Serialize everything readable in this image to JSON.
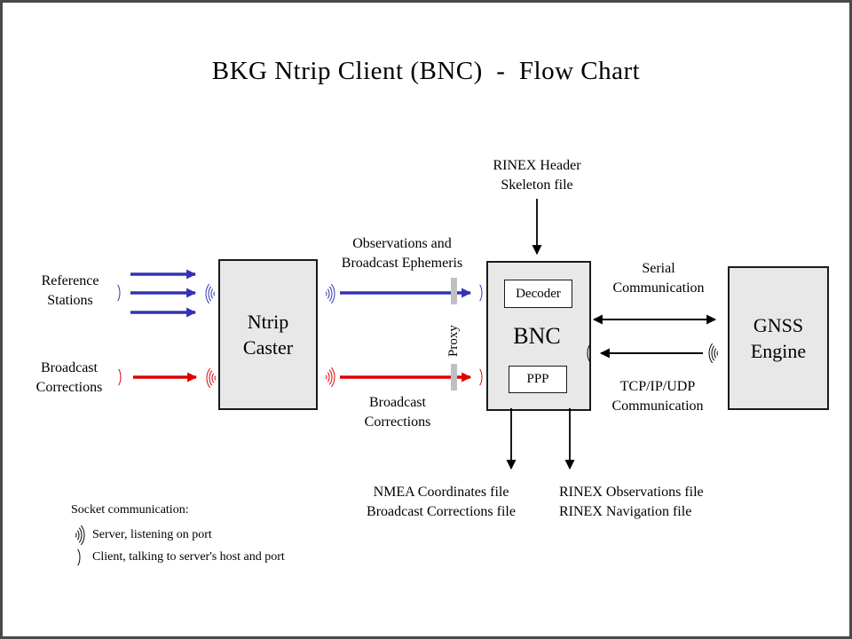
{
  "title": "BKG Ntrip Client (BNC)  -  Flow Chart",
  "nodes": {
    "ntrip_caster": {
      "label": "Ntrip\nCaster"
    },
    "bnc": {
      "label": "BNC",
      "decoder": "Decoder",
      "ppp": "PPP"
    },
    "gnss_engine": {
      "label": "GNSS\nEngine"
    }
  },
  "labels": {
    "reference_stations": "Reference\nStations",
    "broadcast_corrections_input": "Broadcast\nCorrections",
    "observations_ephemeris": "Observations and\nBroadcast Ephemeris",
    "broadcast_corrections_stream": "Broadcast\nCorrections",
    "rinex_header_skeleton": "RINEX Header\nSkeleton file",
    "serial_communication": "Serial\nCommunication",
    "tcp_communication": "TCP/IP/UDP\nCommunication",
    "proxy": "Proxy",
    "nmea_output_files": "NMEA Coordinates file\nBroadcast Corrections file",
    "rinex_output_files": "RINEX Observations file\nRINEX Navigation file"
  },
  "legend": {
    "heading": "Socket communication:",
    "server_item": "Server, listening  on port",
    "client_item": "Client, talking to server's host and port"
  },
  "colors": {
    "arrow_blue": "#3332b4",
    "arrow_red": "#dd0000",
    "arrow_black": "#000000",
    "node_fill": "#e8e8e8",
    "node_border": "#1a1a1a",
    "proxy_bar": "#c0c0c0",
    "frame_border": "#4a4a4a",
    "background": "#ffffff"
  }
}
